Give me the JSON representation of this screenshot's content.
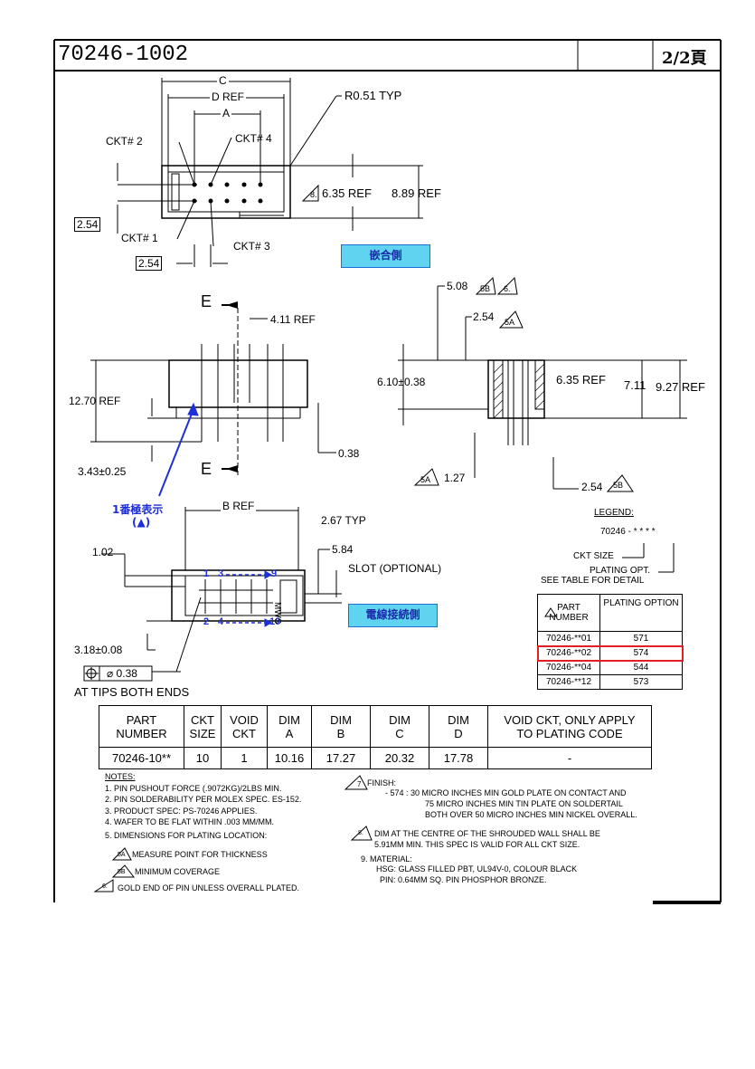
{
  "title_block": {
    "part_no": "70246-1002",
    "page": "2/2頁"
  },
  "top_view": {
    "dim_c": "C",
    "dim_d": "D REF",
    "dim_a": "A",
    "radius": "R0.51 TYP",
    "ckt2": "CKT# 2",
    "ckt4": "CKT# 4",
    "ckt1": "CKT# 1",
    "ckt3": "CKT# 3",
    "pitch_v": "2.54",
    "pitch_h": "2.54",
    "dim_635": "6.35 REF",
    "dim_889": "8.89 REF",
    "note8": "8.",
    "mating_side": "嵌合側"
  },
  "side_view": {
    "section_e": "E",
    "dim_411": "4.11 REF",
    "dim_1270": "12.70 REF",
    "dim_343": "3.43±0.25",
    "dim_038": "0.38",
    "pin1_mark_1": "1番極表示",
    "pin1_mark_2": "(▲)"
  },
  "section_view": {
    "dim_508": "5.08",
    "note5b": "5B",
    "note6": "6.",
    "dim_254": "2.54",
    "note5a": "5A",
    "dim_610": "6.10±0.38",
    "dim_635": "6.35 REF",
    "dim_711": "7.11",
    "dim_927": "9.27 REF",
    "dim_127": "1.27",
    "dim_254b": "2.54"
  },
  "bottom_view": {
    "dim_b": "B REF",
    "dim_267": "2.67 TYP",
    "dim_102": "1.02",
    "dim_584": "5.84",
    "slot": "SLOT (OPTIONAL)",
    "pin1": "1",
    "pin3": "3",
    "pin9": "9",
    "pin2": "2",
    "pin4": "4",
    "pin10": "10",
    "mark": "MWS",
    "dim_318": "3.18±0.08",
    "position": "⌀ 0.38",
    "at_tips": "AT TIPS BOTH ENDS",
    "wire_side": "電線接続側"
  },
  "legend": {
    "title": "LEGEND:",
    "code": "70246 - * * * *",
    "ckt_size": "CKT SIZE",
    "plating": "PLATING OPT.",
    "see_table": "SEE TABLE FOR DETAIL",
    "headers": [
      "PART NUMBER",
      "PLATING OPTION"
    ],
    "rows": [
      [
        "70246-**01",
        "571"
      ],
      [
        "70246-**02",
        "574"
      ],
      [
        "70246-**04",
        "544"
      ],
      [
        "70246-**12",
        "573"
      ]
    ],
    "highlight_color": "#e02020"
  },
  "part_table": {
    "headers": [
      [
        "PART",
        "NUMBER"
      ],
      [
        "CKT",
        "SIZE"
      ],
      [
        "VOID",
        "CKT"
      ],
      [
        "DIM",
        "A"
      ],
      [
        "DIM",
        "B"
      ],
      [
        "DIM",
        "C"
      ],
      [
        "DIM",
        "D"
      ],
      [
        "VOID CKT, ONLY APPLY",
        "TO PLATING CODE"
      ]
    ],
    "row": [
      "70246-10**",
      "10",
      "1",
      "10.16",
      "17.27",
      "20.32",
      "17.78",
      "-"
    ]
  },
  "notes": {
    "title": "NOTES:",
    "n1": "1. PIN PUSHOUT FORCE (.9072KG)/2LBS MIN.",
    "n2": "2. PIN SOLDERABILITY PER MOLEX SPEC. ES-152.",
    "n3": "3. PRODUCT SPEC: PS-70246 APPLIES.",
    "n4": "4. WAFER TO BE FLAT WITHIN .003 MM/MM.",
    "n5": "5. DIMENSIONS FOR PLATING LOCATION:",
    "n5a": "MEASURE POINT FOR THICKNESS",
    "n5b": "MINIMUM COVERAGE",
    "n6": "GOLD END OF PIN UNLESS OVERALL PLATED.",
    "n7": "FINISH:",
    "n7a": "- 574 : 30 MICRO INCHES MIN GOLD PLATE ON CONTACT AND",
    "n7b": "75 MICRO INCHES MIN TIN PLATE ON SOLDERTAIL",
    "n7c": "BOTH OVER 50 MICRO INCHES MIN NICKEL OVERALL.",
    "n8a": "DIM AT THE CENTRE OF THE SHROUDED WALL SHALL BE",
    "n8b": "5.91MM MIN. THIS SPEC IS VALID FOR ALL CKT SIZE.",
    "n9": "9. MATERIAL:",
    "n9a": "HSG: GLASS FILLED PBT, UL94V-0, COLOUR BLACK",
    "n9b": "PIN: 0.64MM SQ. PIN PHOSPHOR BRONZE.",
    "tri5a": "5A",
    "tri5b": "5B",
    "tri6": "6.",
    "tri7": "7",
    "tri8": "8."
  }
}
